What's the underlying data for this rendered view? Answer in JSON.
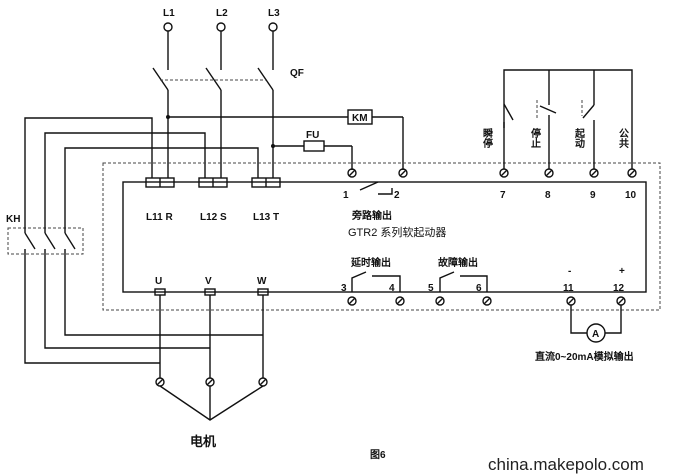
{
  "supply": {
    "phases": [
      "L1",
      "L2",
      "L3"
    ],
    "breaker": "QF"
  },
  "contactor": "KM",
  "fuse": "FU",
  "thermal_relay": "KH",
  "starter": {
    "title": "GTR2 系列软起动器",
    "inputs": [
      "L11 R",
      "L12 S",
      "L13 T"
    ],
    "outputs": [
      "U",
      "V",
      "W"
    ],
    "terminals_top": [
      "1",
      "2",
      "7",
      "8",
      "9",
      "10"
    ],
    "terminals_bottom": [
      "3",
      "4",
      "5",
      "6",
      "11",
      "12"
    ],
    "bypass_label": "旁路输出",
    "delay_label": "延时输出",
    "fault_label": "故障输出",
    "control_labels": [
      "瞬停",
      "停止",
      "起动",
      "公共"
    ],
    "analog_minus": "-",
    "analog_plus": "+"
  },
  "ammeter": "A",
  "analog_label": "直流0~20mA模拟输出",
  "motor_label": "电机",
  "figure_label": "图6",
  "watermark": "china.makepolo.com"
}
